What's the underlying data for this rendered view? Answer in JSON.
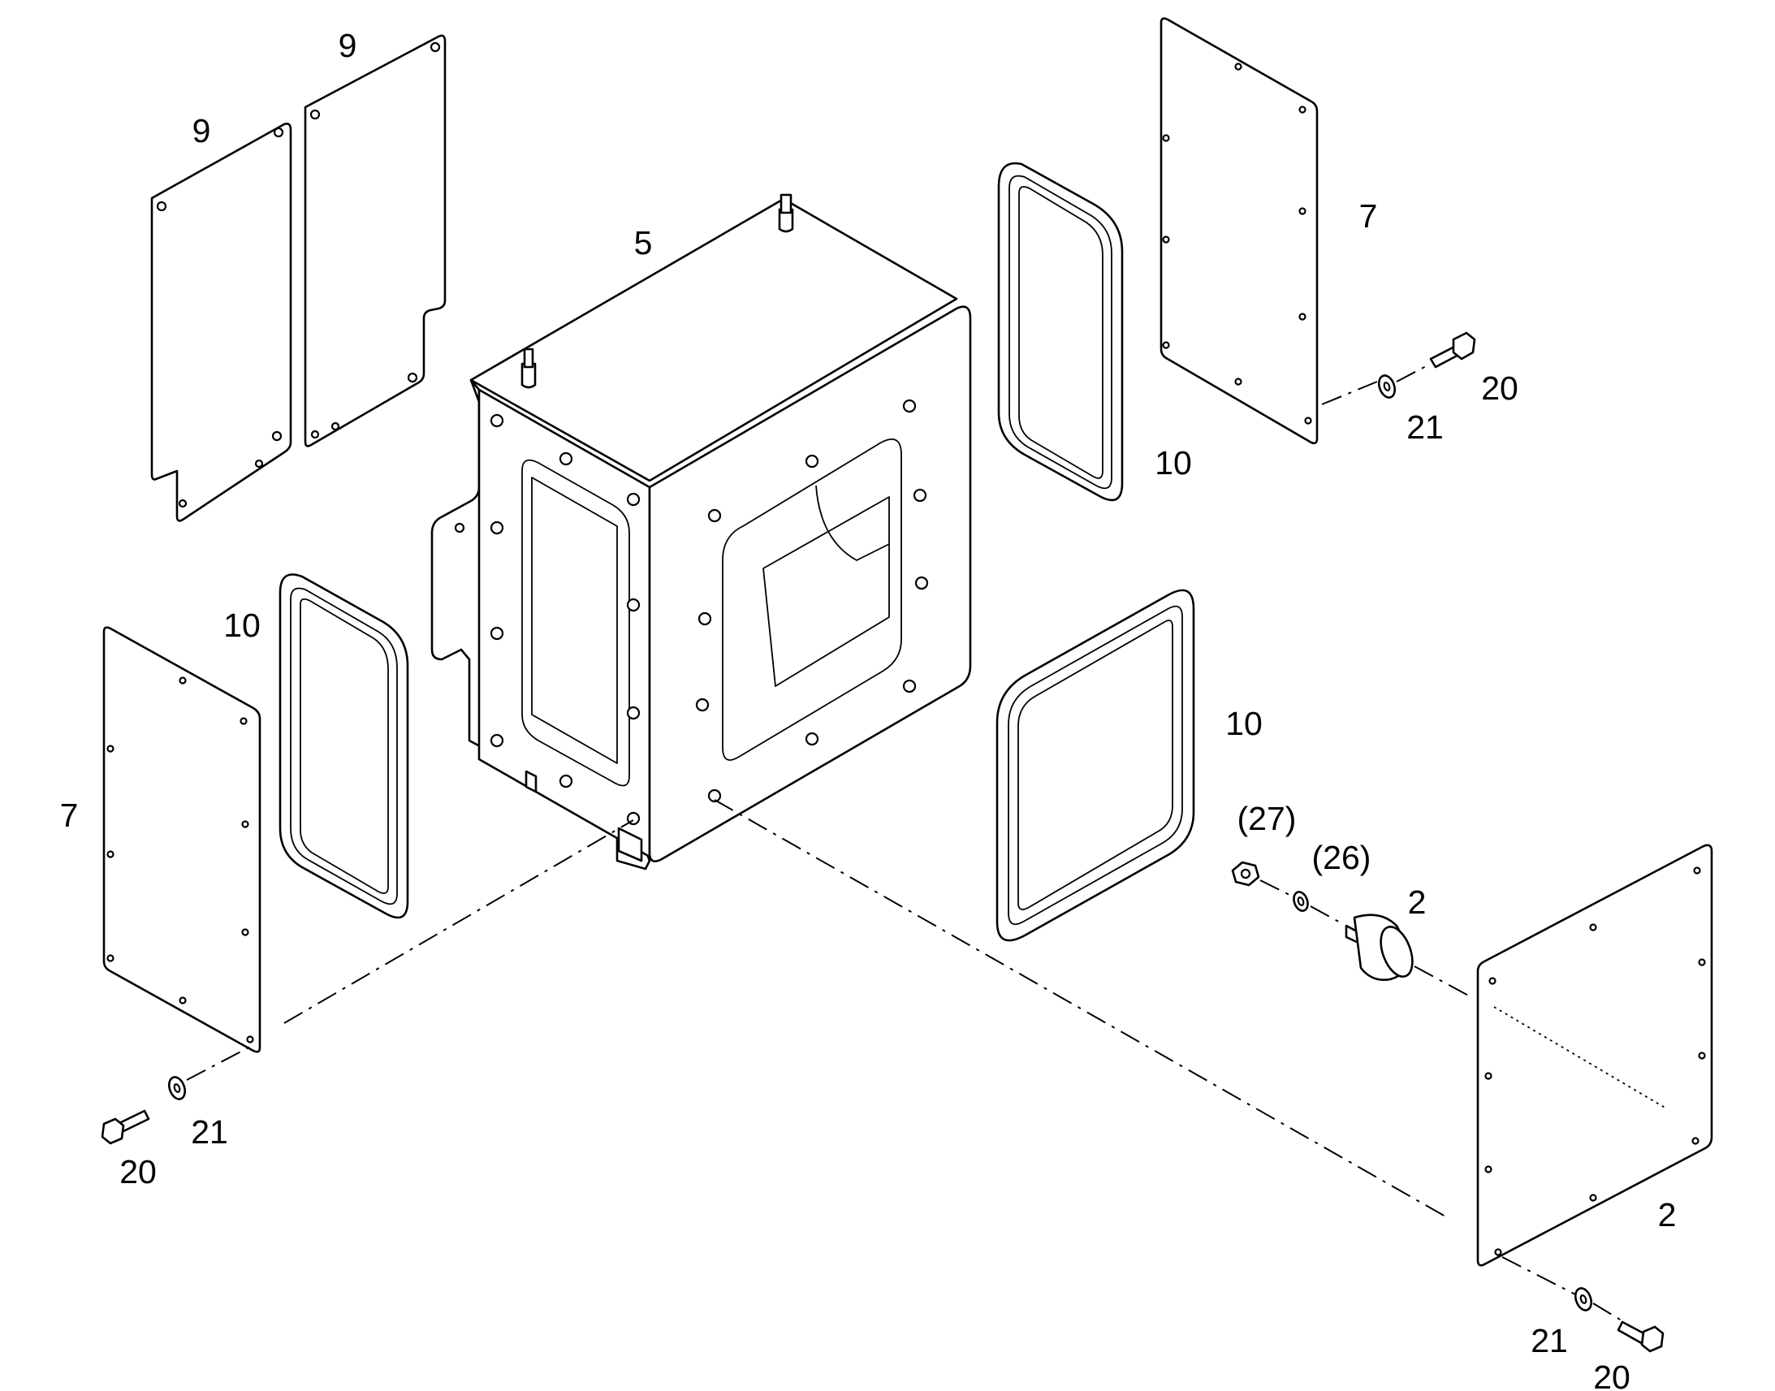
{
  "callouts": {
    "c9a": "9",
    "c9b": "9",
    "c5": "5",
    "c7_right": "7",
    "c20_right": "20",
    "c21_right": "21",
    "c10_right": "10",
    "c10_left": "10",
    "c7_left": "7",
    "c10_front": "10",
    "c27": "(27)",
    "c26": "(26)",
    "c2_mount": "2",
    "c2_plate": "2",
    "c21_left": "21",
    "c20_left": "20",
    "c21_bottom": "21",
    "c20_bottom": "20"
  }
}
